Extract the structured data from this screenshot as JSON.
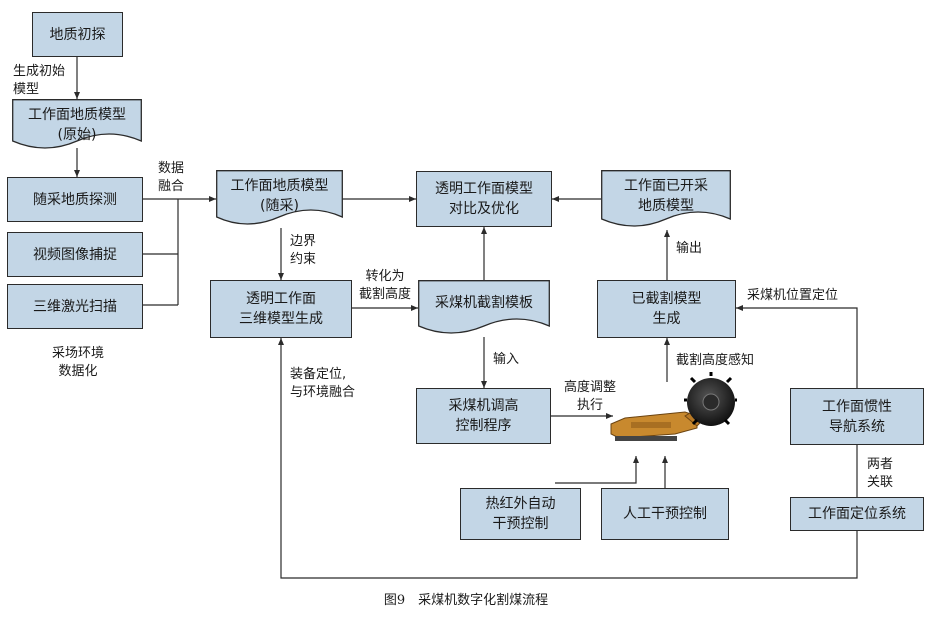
{
  "nodes": {
    "geo_survey": "地质初探",
    "model_original": "工作面地质模型\n(原始)",
    "mining_probe": "随采地质探测",
    "video_capture": "视频图像捕捉",
    "laser_scan": "三维激光扫描",
    "model_mining": "工作面地质模型\n(随采)",
    "compare_optimize": "透明工作面模型\n对比及优化",
    "mined_model": "工作面已开采\n地质模型",
    "transparent_3d": "透明工作面\n三维模型生成",
    "cut_template": "采煤机截割模板",
    "cut_model_gen": "已截割模型\n生成",
    "height_program": "采煤机调高\n控制程序",
    "infrared": "热红外自动\n干预控制",
    "manual": "人工干预控制",
    "inertial_nav": "工作面惯性\n导航系统",
    "positioning": "工作面定位系统"
  },
  "labels": {
    "gen_initial": "生成初始\n模型",
    "data_fusion": "数据\n融合",
    "digitization": "采场环境\n数据化",
    "boundary": "边界\n约束",
    "convert_height": "转化为\n截割高度",
    "equip_pos": "装备定位,\n与环境融合",
    "input": "输入",
    "height_adjust": "高度调整\n执行",
    "output": "输出",
    "shearer_pos": "采煤机位置定位",
    "height_sense": "截割高度感知",
    "related": "两者\n关联"
  },
  "caption": "图9　采煤机数字化割煤流程",
  "colors": {
    "box_fill": "#c3d6e6",
    "stroke": "#2b2b2b",
    "shearer": "#c8892e"
  }
}
